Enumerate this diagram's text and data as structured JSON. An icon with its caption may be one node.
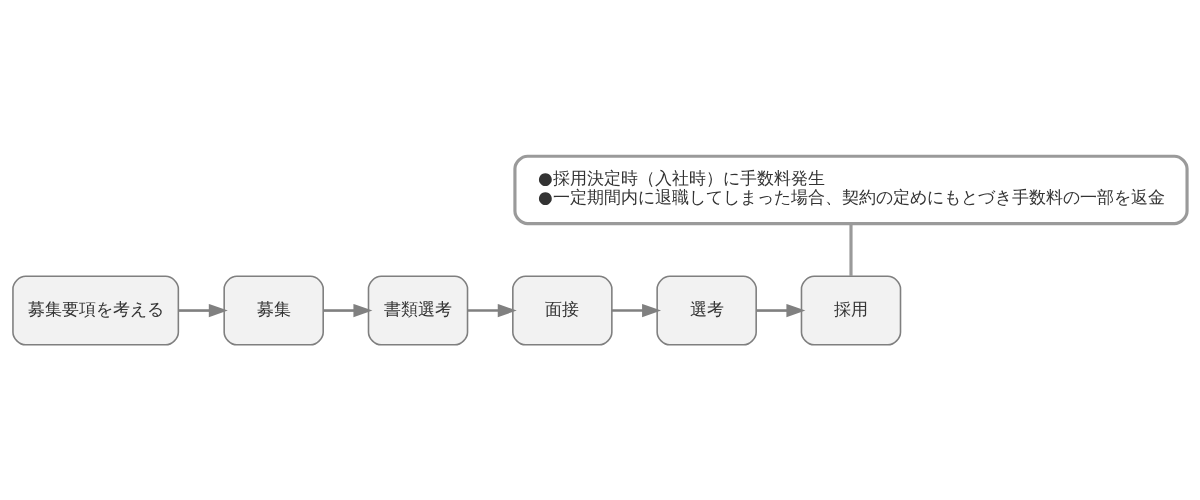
{
  "diagram": {
    "nodes": [
      {
        "text": [
          "募集要項を考える"
        ]
      },
      {
        "text": [
          "募集"
        ]
      },
      {
        "text": [
          "書類選考"
        ]
      },
      {
        "text": [
          "面接"
        ]
      },
      {
        "text": [
          "選考"
        ]
      },
      {
        "text": [
          "採用"
        ]
      },
      {
        "text": [
          "●採用決定時（入社時）に手数料発生",
          "●一定期間内に退職してしまった場合、契約の定めにもとづき手数料の一部を返金"
        ]
      }
    ],
    "edges": [
      {
        "from": 0,
        "to": 1,
        "arrow": "to"
      },
      {
        "from": 1,
        "to": 2,
        "arrow": "to"
      },
      {
        "from": 2,
        "to": 3,
        "arrow": "to"
      },
      {
        "from": 3,
        "to": 4,
        "arrow": "to"
      },
      {
        "from": 4,
        "to": 5,
        "arrow": "to"
      },
      {
        "from": 6,
        "to": 5,
        "arrow": "none"
      }
    ]
  }
}
